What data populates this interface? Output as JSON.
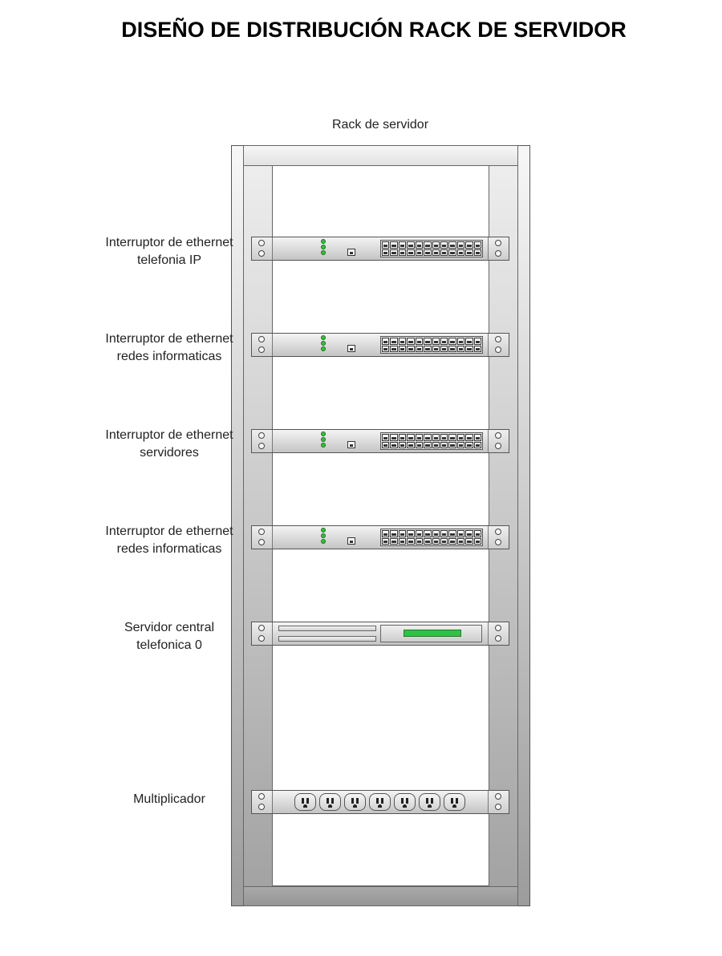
{
  "title": "DISEÑO DE DISTRIBUCIÓN RACK DE SERVIDOR",
  "rack_label": "Rack de servidor",
  "colors": {
    "status_led": "#3bbf3b",
    "display": "#2ec24a"
  },
  "devices": [
    {
      "kind": "switch",
      "label": "Interruptor de ethernet telefonia IP"
    },
    {
      "kind": "switch",
      "label": "Interruptor de ethernet redes informaticas"
    },
    {
      "kind": "switch",
      "label": "Interruptor de ethernet servidores"
    },
    {
      "kind": "switch",
      "label": "Interruptor de ethernet redes informaticas"
    },
    {
      "kind": "server",
      "label": "Servidor central telefonica 0"
    },
    {
      "kind": "power",
      "label": "Multiplicador"
    }
  ]
}
